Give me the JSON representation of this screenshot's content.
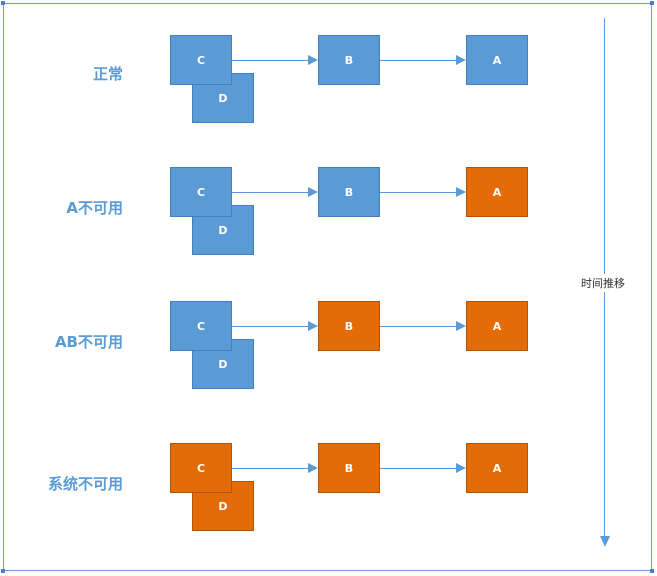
{
  "time_axis_label": "时间推移",
  "colors": {
    "available": "#5b9bd5",
    "unavailable": "#e36c09",
    "arrow": "#5b9bd5",
    "label": "#5b9bd5"
  },
  "rows": [
    {
      "label": "正常",
      "nodes": {
        "C": {
          "text": "C",
          "status": "available"
        },
        "D": {
          "text": "D",
          "status": "available"
        },
        "B": {
          "text": "B",
          "status": "available"
        },
        "A": {
          "text": "A",
          "status": "available"
        }
      }
    },
    {
      "label": "A不可用",
      "nodes": {
        "C": {
          "text": "C",
          "status": "available"
        },
        "D": {
          "text": "D",
          "status": "available"
        },
        "B": {
          "text": "B",
          "status": "available"
        },
        "A": {
          "text": "A",
          "status": "unavailable"
        }
      }
    },
    {
      "label": "AB不可用",
      "nodes": {
        "C": {
          "text": "C",
          "status": "available"
        },
        "D": {
          "text": "D",
          "status": "available"
        },
        "B": {
          "text": "B",
          "status": "unavailable"
        },
        "A": {
          "text": "A",
          "status": "unavailable"
        }
      }
    },
    {
      "label": "系统不可用",
      "nodes": {
        "C": {
          "text": "C",
          "status": "unavailable"
        },
        "D": {
          "text": "D",
          "status": "unavailable"
        },
        "B": {
          "text": "B",
          "status": "unavailable"
        },
        "A": {
          "text": "A",
          "status": "unavailable"
        }
      }
    }
  ]
}
